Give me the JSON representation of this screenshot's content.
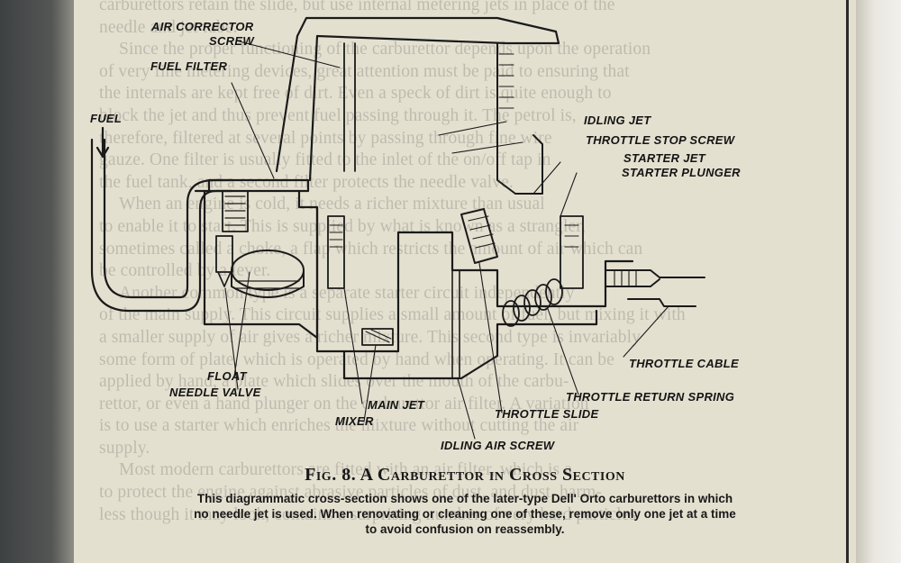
{
  "background_text": [
    "carburettors retain the slide, but use internal metering jets in place of the",
    "needle and jet tube.",
    "Since the proper functioning of the carburettor depends upon the operation",
    "of very fine metering devices, great attention must be paid to ensuring that",
    "the internals are kept free of dirt. Even a speck of dirt is quite enough to",
    "block the jet and thus prevent fuel passing through it. The petrol is,",
    "therefore, filtered at several points by passing through fine wire",
    "gauze. One filter is usually fitted to the inlet of the on/off tap in",
    "the fuel tank, and a second filter protects the needle valve.",
    "When an engine is cold, it needs a richer mixture than usual",
    "to enable it to start. This is supplied by what is known as a strangler,",
    "sometimes called a choke, a flap which restricts the amount of air which can",
    "be controlled by a lever.",
    "Another common type is a separate starter circuit independently",
    "of the main supply. This circuit supplies a small amount of fuel, but mixing it with",
    "a smaller supply of air gives a richer mixture. This second type is invariably",
    "some form of plate, which is operated by hand when operating. It can be",
    "applied by hand, a plate which slides over the mouth of the carbu-",
    "rettor, or even a hand plunger on the carburettor air filter. A variation",
    "is to use a starter which enriches the mixture without cutting the air",
    "supply.",
    "Most modern carburettors are fitted with an air filter, which is a",
    "to protect the engine against abrasive particles of dust, and dust, harm-",
    "less though it may look, contains a surprising number of very hard particles"
  ],
  "labels": {
    "air_corrector": "AIR CORRECTOR",
    "screw": "SCREW",
    "fuel_filter": "FUEL FILTER",
    "fuel": "FUEL",
    "idling_jet": "IDLING JET",
    "throttle_stop_screw": "THROTTLE STOP SCREW",
    "starter_jet": "STARTER JET",
    "starter_plunger": "STARTER PLUNGER",
    "float": "FLOAT",
    "needle_valve": "NEEDLE VALVE",
    "main_jet": "MAIN JET",
    "mixer": "MIXER",
    "throttle_slide": "THROTTLE SLIDE",
    "throttle_return_spring": "THROTTLE RETURN SPRING",
    "throttle_cable": "THROTTLE CABLE",
    "idling_air_screw": "IDLING AIR SCREW"
  },
  "caption": {
    "title": "Fig. 8. A Carburettor in Cross Section",
    "line1": "This diagrammatic cross-section shows one of the later-type Dell' Orto carburettors in which",
    "line2": "no needle jet is used.  When renovating or cleaning one of these, remove only one jet at a time",
    "line3": "to avoid confusion on reassembly."
  }
}
